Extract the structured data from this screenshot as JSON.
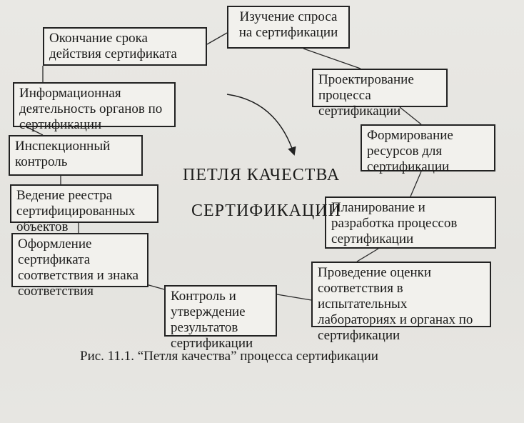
{
  "diagram": {
    "title_line1": "ПЕТЛЯ КАЧЕСТВА",
    "title_line2": "СЕРТИФИКАЦИИ",
    "steps": [
      "Изучение спроса на сертификации",
      "Проектирование процесса сертификации",
      "Формирование ресурсов для сертификации",
      "Планирование и разработка процессов сертификации",
      "Проведение оценки соответствия в испытательных лабораториях и органах по сертификации",
      "Контроль и утверждение результатов сертификации",
      "Оформление сертификата соответствия и знака соответствия",
      "Ведение реестра сертифицированных объектов",
      "Инспекционный контроль",
      "Информационная деятельность органов по сертификации",
      "Окончание срока действия сертификата"
    ]
  },
  "caption": "Рис. 11.1. “Петля качества” процесса сертификации"
}
